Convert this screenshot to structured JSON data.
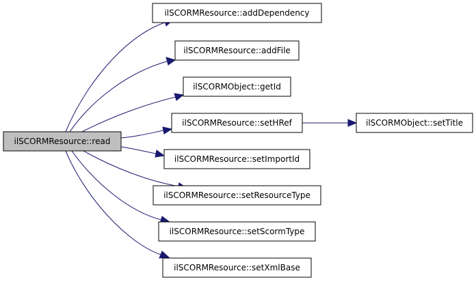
{
  "colors": {
    "edge": "#191970",
    "root_fill": "#bfbfbf",
    "node_fill": "#ffffff",
    "node_stroke": "#000000"
  },
  "nodes": {
    "read": "ilSCORMResource::read",
    "addDependency": "ilSCORMResource::addDependency",
    "addFile": "ilSCORMResource::addFile",
    "getId": "ilSCORMObject::getId",
    "setHRef": "ilSCORMResource::setHRef",
    "setTitle": "ilSCORMObject::setTitle",
    "setImportId": "ilSCORMResource::setImportId",
    "setResourceType": "ilSCORMResource::setResourceType",
    "setScormType": "ilSCORMResource::setScormType",
    "setXmlBase": "ilSCORMResource::setXmlBase"
  },
  "edges": [
    {
      "from": "read",
      "to": "addDependency"
    },
    {
      "from": "read",
      "to": "addFile"
    },
    {
      "from": "read",
      "to": "getId"
    },
    {
      "from": "read",
      "to": "setHRef"
    },
    {
      "from": "read",
      "to": "setImportId"
    },
    {
      "from": "read",
      "to": "setResourceType"
    },
    {
      "from": "read",
      "to": "setScormType"
    },
    {
      "from": "read",
      "to": "setXmlBase"
    },
    {
      "from": "setHRef",
      "to": "setTitle"
    }
  ]
}
